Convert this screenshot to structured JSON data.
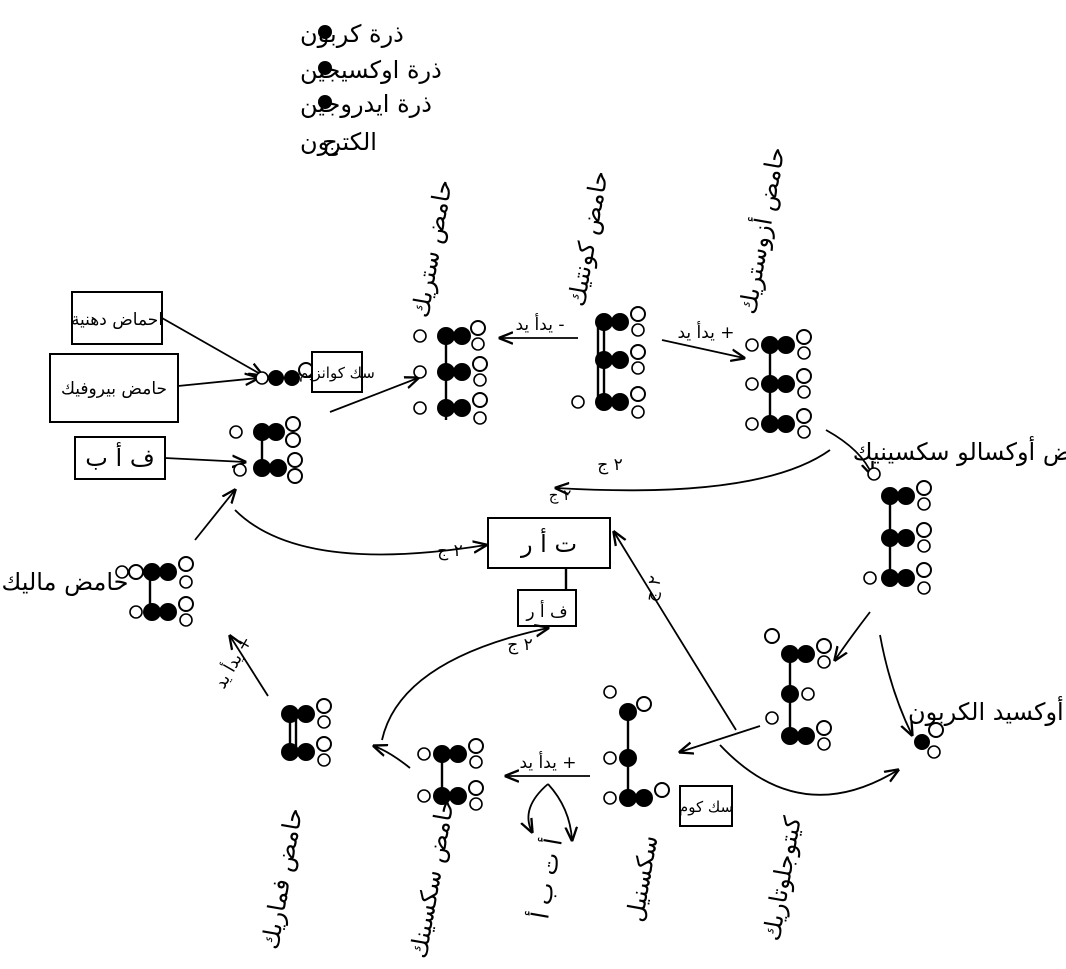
{
  "legend": {
    "carbon": "ذرة كربون",
    "oxygen": "ذرة اوكسيجين",
    "hydrogen": "ذرة ايدروجين",
    "electron": "الكترون",
    "electron_symbol": "ج"
  },
  "molecules": {
    "acetyl_label": "ف أ ب",
    "fatty_acids": "احماض دهنية",
    "pyruvic": "حامض بيروفيك",
    "acetyl_coa": "سك كوانزيم",
    "citric": "حامض ستريك",
    "cis_aconitic": "حامض كونتيك",
    "isocitric": "حامض أزوستريك",
    "oxalosuccinic": "حامض أوكسالو سكسينيك",
    "malic": "حامض ماليك",
    "fumaric": "حامض فماريك",
    "succinic": "حامض سكسينك",
    "succinyl": "سكسنيل",
    "ketoglutaric": "كيتوجلوتاريك",
    "co2": "ثاني أوكسيد الكربون",
    "succinyl_coa": "سك كوم"
  },
  "center": {
    "tpn": "ت أ ر",
    "fad": "ف أ ر"
  },
  "reactions": {
    "minus_water": "- يدأ يد",
    "plus_water_1": "+ يدأ يد",
    "plus_water_2": "+ يدأ يد",
    "plus_water_3": "+ يدأ يد",
    "two_e_1": "٢ ج",
    "two_e_2": "٢ ج",
    "two_e_3": "٢ ج",
    "two_e_4": "٢ ج",
    "two_e_5": "٢ ج",
    "bottom_products": "أ ت ب أ"
  },
  "colors": {
    "ink": "#000000",
    "paper": "#ffffff"
  }
}
